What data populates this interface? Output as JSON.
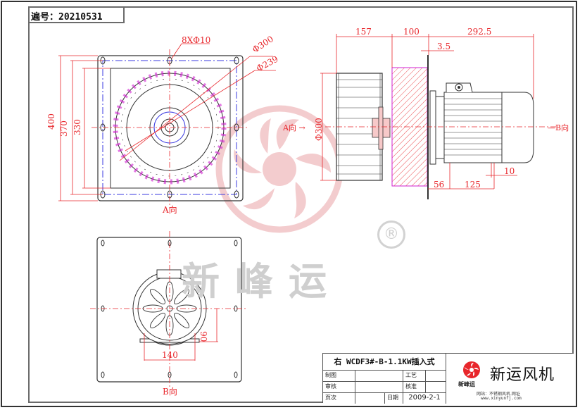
{
  "header": {
    "serial_label": "遍号：20210531"
  },
  "watermark": {
    "brand_text": "新峰运",
    "registered_mark": "®"
  },
  "front_view": {
    "callout_holes": "8XΦ10",
    "callout_outer_dia": "Φ300",
    "callout_inner_dia": "Φ239",
    "dim_overall": "400",
    "dim_bolt_pitch": "370",
    "dim_opening": "330",
    "view_label": "A向"
  },
  "side_view": {
    "dim_impeller_len": "157",
    "dim_housing": "100",
    "dim_motor_len": "292.5",
    "dim_plate_thk": "3.5",
    "dim_impeller_dia": "Φ300",
    "dim_foot_offset": "56",
    "dim_foot_spacing": "125",
    "dim_foot_hole": "10",
    "view_label_left": "A向",
    "view_label_right": "B向"
  },
  "rear_view": {
    "dim_center_height": "90",
    "dim_foot_width": "140",
    "view_label": "B向"
  },
  "title_block": {
    "title": "右 WCDF3#-B-1.1KW插入式",
    "drawn_label": "制图",
    "drawn_value": "",
    "process_label": "工艺",
    "process_value": "",
    "review_label": "审核",
    "review_value": "",
    "approve_label": "核准",
    "approve_value": "",
    "sheet_label": "页次",
    "sheet_value": "",
    "date_label": "日期",
    "date_value": "2009-2-1",
    "company_name": "新运风机",
    "logo_caption": "新峰运",
    "website_line1": "网站：不锈钢风机.网址",
    "website_line2": "www.xinyunfj.com"
  },
  "colors": {
    "dimension": "#e8262b",
    "outline": "#333333",
    "centerline_blue": "#3a3ae0",
    "blade_magenta": "#d21fd2",
    "watermark_red": "#f2c4c6",
    "watermark_gray": "#cfcfcf"
  }
}
